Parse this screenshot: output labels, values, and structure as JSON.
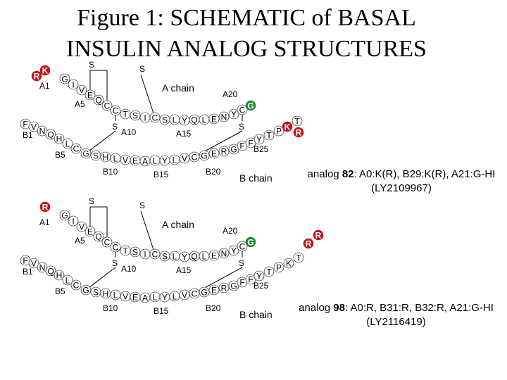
{
  "title_line1": "Figure 1: SCHEMATIC of BASAL",
  "title_line2": "INSULIN ANALOG STRUCTURES",
  "colors": {
    "red": "#c8101c",
    "green": "#1e8a2e",
    "text": "#000000",
    "circle_fill": "#ffffff"
  },
  "labels": {
    "a_chain": "A chain",
    "b_chain": "B chain",
    "A1": "A1",
    "A5": "A5",
    "A10": "A10",
    "A15": "A15",
    "A20": "A20",
    "B1": "B1",
    "B5": "B5",
    "B10": "B10",
    "B15": "B15",
    "B20": "B20",
    "B25": "B25",
    "S": "S"
  },
  "a_chain_residues": [
    "G",
    "I",
    "V",
    "E",
    "Q",
    "C",
    "C",
    "T",
    "S",
    "I",
    "C",
    "S",
    "L",
    "Y",
    "Q",
    "L",
    "E",
    "N",
    "Y",
    "C"
  ],
  "b_chain_residues": [
    "F",
    "V",
    "N",
    "Q",
    "H",
    "L",
    "C",
    "G",
    "S",
    "H",
    "L",
    "V",
    "E",
    "A",
    "L",
    "Y",
    "L",
    "V",
    "C",
    "G",
    "E",
    "R",
    "G",
    "F",
    "F",
    "Y",
    "T",
    "P"
  ],
  "analog1": {
    "a0": "K",
    "a0_extra": "R",
    "a21": "G",
    "b29": "K",
    "b30": "T",
    "b31": "R",
    "caption_prefix": "analog ",
    "caption_number": "82",
    "caption_rest": ":  A0:K(R), B29:K(R), A21:G-HI",
    "caption_line2": "(LY2109967)"
  },
  "analog2": {
    "a0": "R",
    "a21": "G",
    "b29": "K",
    "b30": "T",
    "b31": "R",
    "b32": "R",
    "caption_prefix": "analog ",
    "caption_number": "98",
    "caption_rest": ":  A0:R, B31:R, B32:R, A21:G-HI",
    "caption_line2": "(LY2116419)"
  }
}
